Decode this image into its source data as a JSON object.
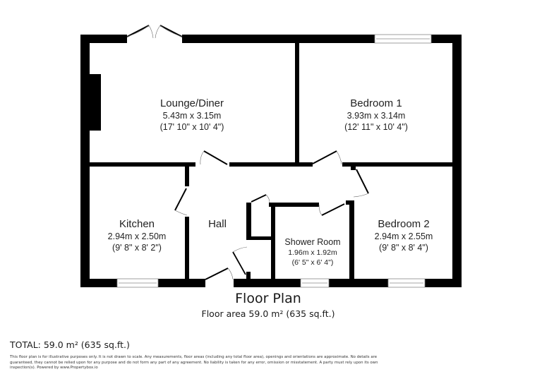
{
  "plan": {
    "title": "Floor Plan",
    "floor_area": "Floor area 59.0 m² (635 sq.ft.)",
    "rooms": [
      {
        "name": "Lounge/Diner",
        "metric": "5.43m x 3.15m",
        "imperial": "(17' 10\" x 10' 4\")"
      },
      {
        "name": "Bedroom 1",
        "metric": "3.93m x 3.14m",
        "imperial": "(12' 11\" x 10' 4\")"
      },
      {
        "name": "Kitchen",
        "metric": "2.94m x 2.50m",
        "imperial": "(9' 8\" x 8' 2\")"
      },
      {
        "name": "Hall"
      },
      {
        "name": "Shower Room",
        "metric": "1.96m x 1.92m",
        "imperial": "(6' 5\" x 6' 4\")"
      },
      {
        "name": "Bedroom 2",
        "metric": "2.94m x 2.55m",
        "imperial": "(9' 8\" x 8' 4\")"
      }
    ],
    "colors": {
      "wall": "#000000",
      "window": "#ffffff",
      "background": "#ffffff"
    }
  },
  "footer": {
    "total": "TOTAL: 59.0 m² (635 sq.ft.)",
    "disclaimer": "This floor plan is for illustrative purposes only. It is not drawn to scale. Any measurements, floor areas (including any total floor area), openings and orientations are approximate. No details are guaranteed, they cannot be relied upon for any purpose and do not form any part of any agreement. No liability is taken for any error, omission or misstatement. A party must rely upon its own inspection(s). Powered by www.Propertybox.io"
  }
}
